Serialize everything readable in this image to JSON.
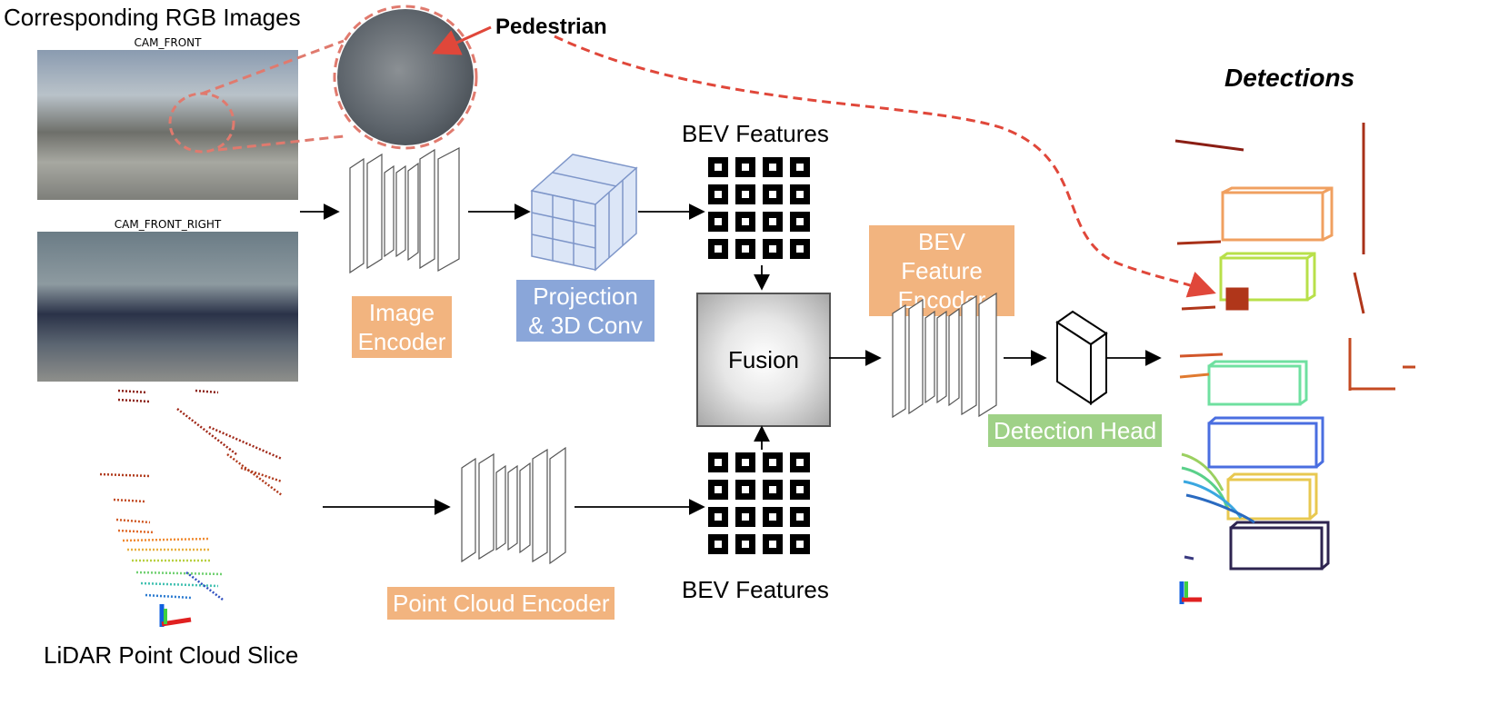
{
  "labels": {
    "rgb_title": "Corresponding RGB Images",
    "cam_front": "CAM_FRONT",
    "cam_front_right": "CAM_FRONT_RIGHT",
    "pedestrian": "Pedestrian",
    "detections": "Detections",
    "bev_features_top": "BEV Features",
    "bev_features_bottom": "BEV Features",
    "image_encoder": "Image Encoder",
    "projection": "Projection & 3D Conv",
    "fusion": "Fusion",
    "bev_feature_encoder": "BEV Feature Encoder",
    "detection_head": "Detection Head",
    "point_cloud_encoder": "Point Cloud Encoder",
    "lidar_title": "LiDAR Point Cloud Slice"
  },
  "colors": {
    "orange_label": "#f2b47f",
    "blue_label": "#8aa6d9",
    "green_label": "#9fd187",
    "pedestrian_arrow": "#e0473a",
    "box_orange": "#f0a060",
    "box_lime": "#b8e04a",
    "box_mint": "#6fe0a0",
    "box_blue": "#4a6ee0",
    "box_yellow": "#e8c850",
    "box_dark": "#2e2450"
  }
}
